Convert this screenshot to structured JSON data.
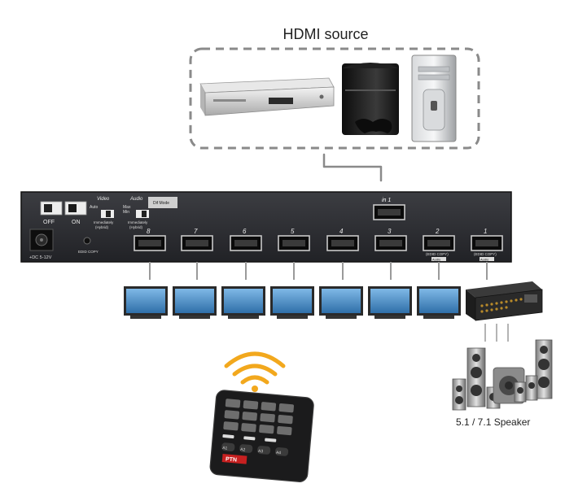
{
  "title": "HDMI source",
  "speaker_label": "5.1 / 7.1 Speaker",
  "panel": {
    "switch_off": "OFF",
    "switch_on": "ON",
    "video_label": "Video",
    "audio_label": "Audio",
    "mode_label": "Dif Mode",
    "auto": "Auto",
    "max": "Max",
    "min": "Min",
    "immediately": "Immediately",
    "hybrid": "(Hybrid)",
    "dc_label": "+DC 5-12V",
    "ir_label": "EDID COPY",
    "input_label": "in 1",
    "outputs": [
      "8",
      "7",
      "6",
      "5",
      "4",
      "3",
      "2",
      "1"
    ],
    "edid_labels": [
      "(EDID COPY)",
      "(EDID COPY)"
    ],
    "audio_port_label": "Audio"
  },
  "remote": {
    "brand": "PTN",
    "buttons": [
      "A1",
      "A2",
      "A3",
      "A4"
    ]
  },
  "colors": {
    "dashed_frame": "#8a8a8a",
    "panel": "#2b2c30",
    "wifi": "#f2a81d",
    "screen": "#3d86c4"
  }
}
